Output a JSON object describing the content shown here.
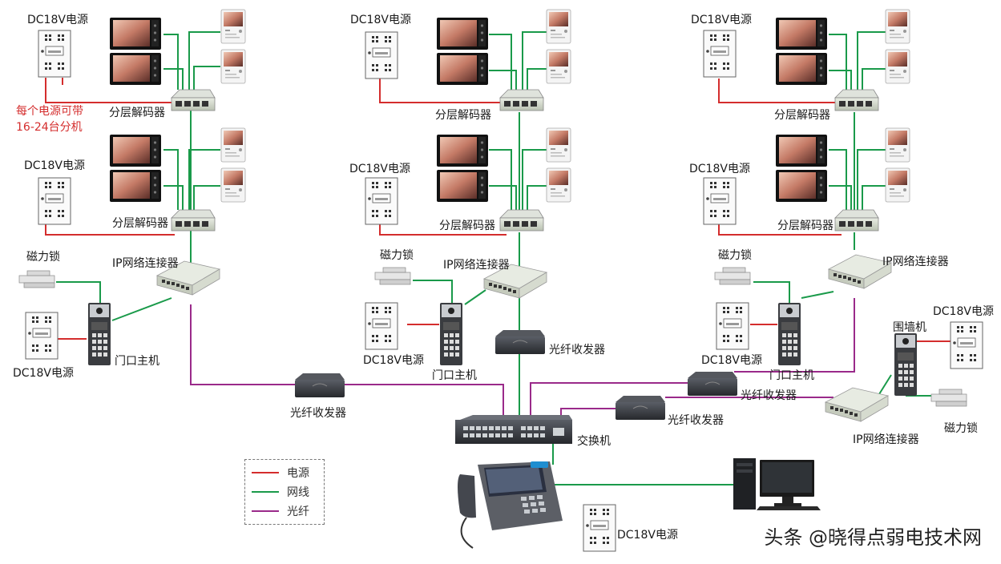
{
  "colors": {
    "power": "#d42d2d",
    "network": "#1a9a4a",
    "fiber": "#9a2a8a"
  },
  "labels": {
    "psu_l1": "DC18V电源",
    "psu_note_1": "每个电源可带",
    "psu_note_2": "16-24台分机",
    "psu_l2": "DC18V电源",
    "psu_l_door": "DC18V电源",
    "psu_m1": "DC18V电源",
    "psu_m2": "DC18V电源",
    "psu_m_door": "DC18V电源",
    "psu_r1": "DC18V电源",
    "psu_r2": "DC18V电源",
    "psu_r_door": "DC18V电源",
    "psu_r_wall": "DC18V电源",
    "psu_center": "DC18V电源",
    "decoder_l1": "分层解码器",
    "decoder_l2": "分层解码器",
    "decoder_m1": "分层解码器",
    "decoder_m2": "分层解码器",
    "decoder_r1": "分层解码器",
    "decoder_r2": "分层解码器",
    "ipconn_l": "IP网络连接器",
    "ipconn_m": "IP网络连接器",
    "ipconn_r": "IP网络连接器",
    "ipconn_wall": "IP网络连接器",
    "maglock_l": "磁力锁",
    "maglock_m": "磁力锁",
    "maglock_r": "磁力锁",
    "maglock_wall": "磁力锁",
    "door_l": "门口主机",
    "door_m": "门口主机",
    "door_r": "门口主机",
    "wall_station": "围墙机",
    "fiber_l": "光纤收发器",
    "fiber_m": "光纤收发器",
    "fiber_r": "光纤收发器",
    "fiber_center": "光纤收发器",
    "switch": "交换机"
  },
  "legend": {
    "items": [
      {
        "label": "电源",
        "color": "#d42d2d"
      },
      {
        "label": "网线",
        "color": "#1a9a4a"
      },
      {
        "label": "光纤",
        "color": "#9a2a8a"
      }
    ]
  },
  "watermark": "头条 @晓得点弱电技术网"
}
